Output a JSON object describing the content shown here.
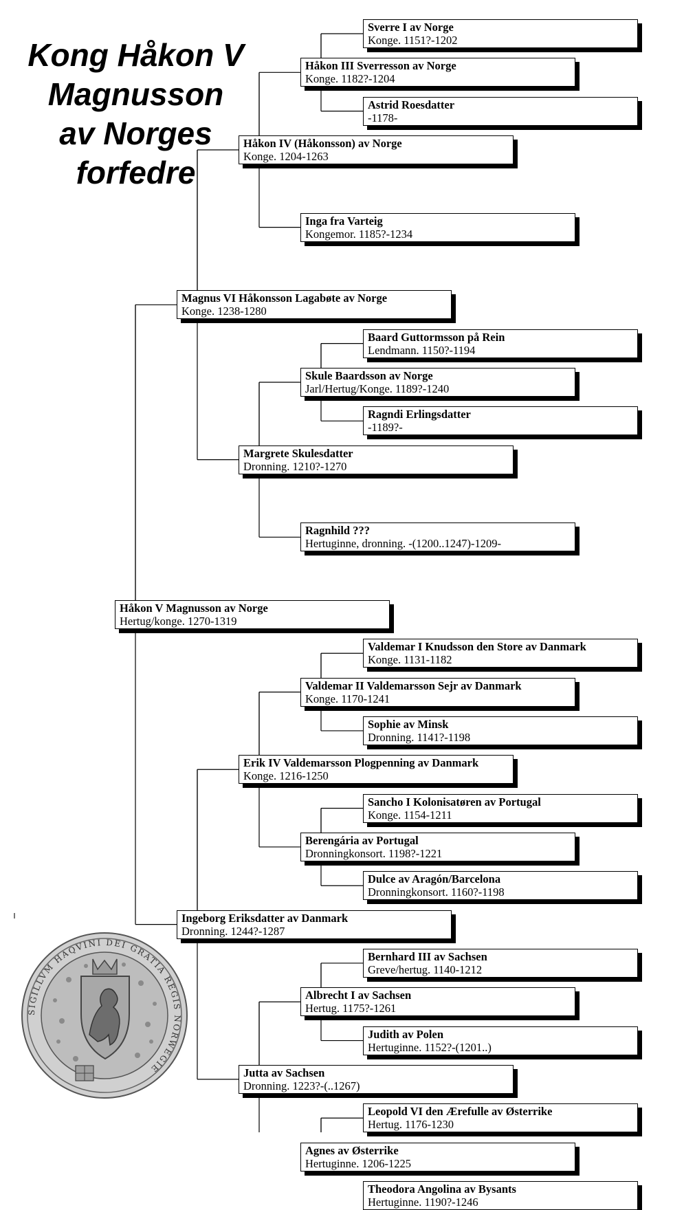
{
  "title": {
    "line1": "Kong Håkon V",
    "line2": "Magnusson",
    "line3": "av Norges",
    "line4": "forfedre"
  },
  "people": {
    "p1": {
      "name": "Håkon V Magnusson av  Norge",
      "info": "Hertug/konge.   1270-1319"
    },
    "p2": {
      "name": "Magnus VI Håkonsson Lagabøte av Norge",
      "info": "Konge.  1238-1280"
    },
    "p3": {
      "name": "Ingeborg Eriksdatter av  Danmark",
      "info": "Dronning.   1244?-1287"
    },
    "p4": {
      "name": "Håkon IV (Håkonsson) av  Norge",
      "info": "Konge.  1204-1263"
    },
    "p5": {
      "name": "Margrete  Skulesdatter",
      "info": "Dronning.   1210?-1270"
    },
    "p6": {
      "name": "Erik IV Valdemarsson Plogpenning av  Danmark",
      "info": "Konge.  1216-1250"
    },
    "p7": {
      "name": "Jutta av  Sachsen",
      "info": "Dronning.   1223?-(..1267)"
    },
    "p8": {
      "name": "Håkon III Sverresson av  Norge",
      "info": "Konge.  1182?-1204"
    },
    "p9": {
      "name": "Inga fra  Varteig",
      "info": "Kongemor.  1185?-1234"
    },
    "p10": {
      "name": "Skule Baardsson av Norge",
      "info": "Jarl/Hertug/Konge.   1189?-1240"
    },
    "p11": {
      "name": "Ragnhild  ???",
      "info": "Hertuginne, dronning.    -(1200..1247)-1209-"
    },
    "p12": {
      "name": "Valdemar II Valdemarsson Sejr av  Danmark",
      "info": "Konge.  1170-1241"
    },
    "p13": {
      "name": "Berengária av  Portugal",
      "info": "Dronningkonsort.   1198?-1221"
    },
    "p14": {
      "name": "Albrecht I av  Sachsen",
      "info": "Hertug.  1175?-1261"
    },
    "p15": {
      "name": "Agnes av  Østerrike",
      "info": "Hertuginne.   1206-1225"
    },
    "p16": {
      "name": "Sverre I av  Norge",
      "info": "Konge.  1151?-1202"
    },
    "p17": {
      "name": "Astrid  Roesdatter",
      "info": "-1178-"
    },
    "p20": {
      "name": "Baard Guttormsson på  Rein",
      "info": "Lendmann.  1150?-1194"
    },
    "p21": {
      "name": "Ragndi  Erlingsdatter",
      "info": "-1189?-"
    },
    "p24": {
      "name": "Valdemar I Knudsson den Store av  Danmark",
      "info": "Konge.  1131-1182"
    },
    "p25": {
      "name": "Sophie av  Minsk",
      "info": "Dronning.   1141?-1198"
    },
    "p26": {
      "name": "Sancho I Kolonisatøren av  Portugal",
      "info": "Konge.  1154-1211"
    },
    "p27": {
      "name": "Dulce av  Aragón/Barcelona",
      "info": "Dronningkonsort.   1160?-1198"
    },
    "p28": {
      "name": "Bernhard III av  Sachsen",
      "info": "Greve/hertug.   1140-1212"
    },
    "p29": {
      "name": "Judith av  Polen",
      "info": "Hertuginne.   1152?-(1201..)"
    },
    "p30": {
      "name": "Leopold VI den Ærefulle av  Østerrike",
      "info": "Hertug.  1176-1230"
    },
    "p31": {
      "name": "Theodora Angolina av  Bysants",
      "info": "Hertuginne.   1190?-1246"
    }
  },
  "seal": {
    "legend": "SIGILLVM HAQVINI DEI GRATIA REGIS NORWEGIE",
    "icon": "royal-seal-lion-icon",
    "colors": {
      "metal": "#c9c9c9",
      "dark": "#555555"
    }
  },
  "colors": {
    "box_border": "#000000",
    "box_shadow": "#000000",
    "line": "#000000",
    "background": "#ffffff"
  }
}
